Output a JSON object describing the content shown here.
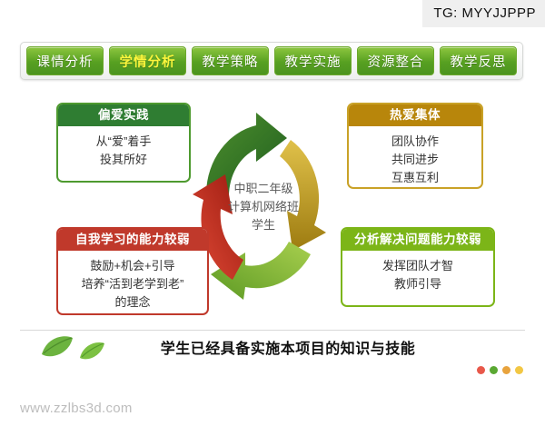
{
  "watermark": {
    "top_right": "TG: MYYJJPPP",
    "footer_url": "www.zzlbs3d.com"
  },
  "tabs": [
    {
      "label": "课情分析",
      "active": false
    },
    {
      "label": "学情分析",
      "active": true
    },
    {
      "label": "教学策略",
      "active": false
    },
    {
      "label": "教学实施",
      "active": false
    },
    {
      "label": "资源整合",
      "active": false
    },
    {
      "label": "教学反思",
      "active": false
    }
  ],
  "center": {
    "line1": "中职二年级",
    "line2": "计算机网络班",
    "line3": "学生"
  },
  "boxes": {
    "top_left": {
      "title": "偏爱实践",
      "lines": [
        "从“爱”着手",
        "投其所好"
      ],
      "color": "#2f7d32"
    },
    "top_right": {
      "title": "热爱集体",
      "lines": [
        "团队协作",
        "共同进步",
        "互惠互利"
      ],
      "color": "#b8860b"
    },
    "bottom_left": {
      "title": "自我学习的能力较弱",
      "lines": [
        "鼓励+机会+引导",
        "培养“活到老学到老”",
        "的理念"
      ],
      "color": "#c0392b"
    },
    "bottom_right": {
      "title": "分析解决问题能力较弱",
      "lines": [
        "发挥团队才智",
        "教师引导"
      ],
      "color": "#7cb518"
    }
  },
  "caption": "学生已经具备实施本项目的知识与技能",
  "dots": [
    "#e8584a",
    "#5aa832",
    "#e8a33d",
    "#f2c744"
  ],
  "colors": {
    "tab_green_light": "#8dc63f",
    "tab_green_dark": "#4c9420",
    "tab_active_text": "#fbf53c",
    "arrow_green_dark": "#2f6e2a",
    "arrow_green_light": "#8bbf3f",
    "arrow_gold": "#c8a01e",
    "arrow_red": "#c0392b",
    "leaf_green": "#6cb33f"
  },
  "icons": {
    "cycle": "circular-arrows-icon",
    "leaf": "leaf-icon"
  }
}
